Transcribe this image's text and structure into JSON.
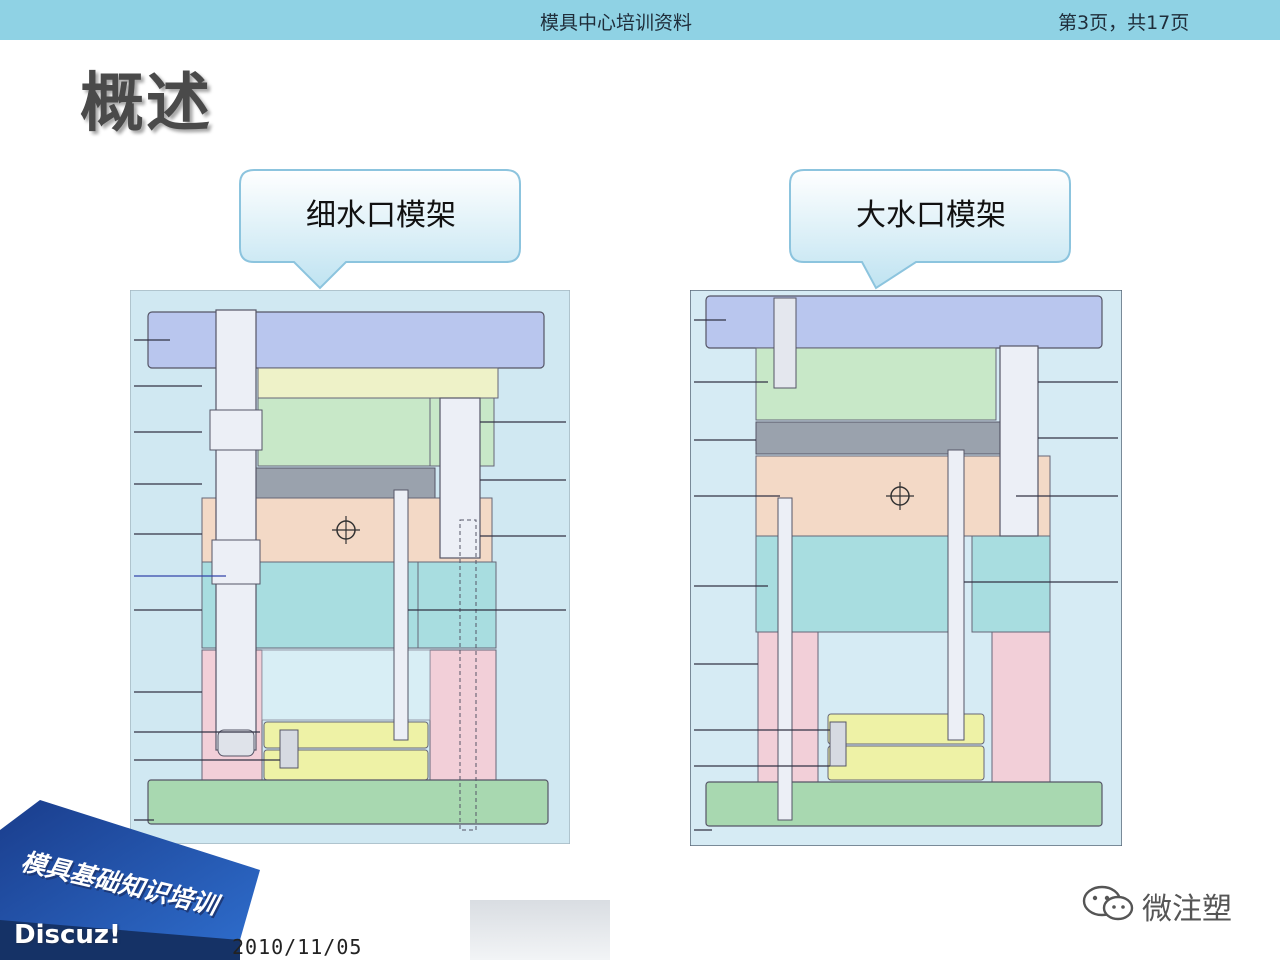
{
  "header": {
    "center_text": "模具中心培训资料",
    "page_info": "第3页，共17页"
  },
  "slide": {
    "title": "概述"
  },
  "callouts": {
    "left": "细水口模架",
    "right": "大水口模架"
  },
  "footer": {
    "banner_text": "模具基础知识培训",
    "brand": "Discuz!",
    "date": "2010/11/05"
  },
  "watermark": {
    "text": "微注塑",
    "icon": "wechat-icon"
  },
  "colors": {
    "header_bar": "#8fd2e4",
    "callout_fill": "#d8f0f8",
    "plate_blue": "#b9c6ee",
    "plate_green": "#c8e8c8",
    "plate_orange": "#f3d9c6",
    "plate_cyan": "#a8dde0",
    "plate_pink": "#f2cfd8",
    "plate_yellow": "#eef2a6",
    "plate_gray": "#9aa2ad",
    "base_green": "#a8d8b0"
  }
}
